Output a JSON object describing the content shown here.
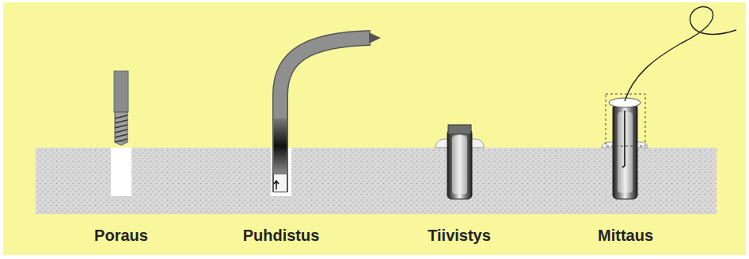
{
  "diagram": {
    "labels": [
      "Poraus",
      "Puhdistus",
      "Tiivistys",
      "Mittaus"
    ]
  }
}
